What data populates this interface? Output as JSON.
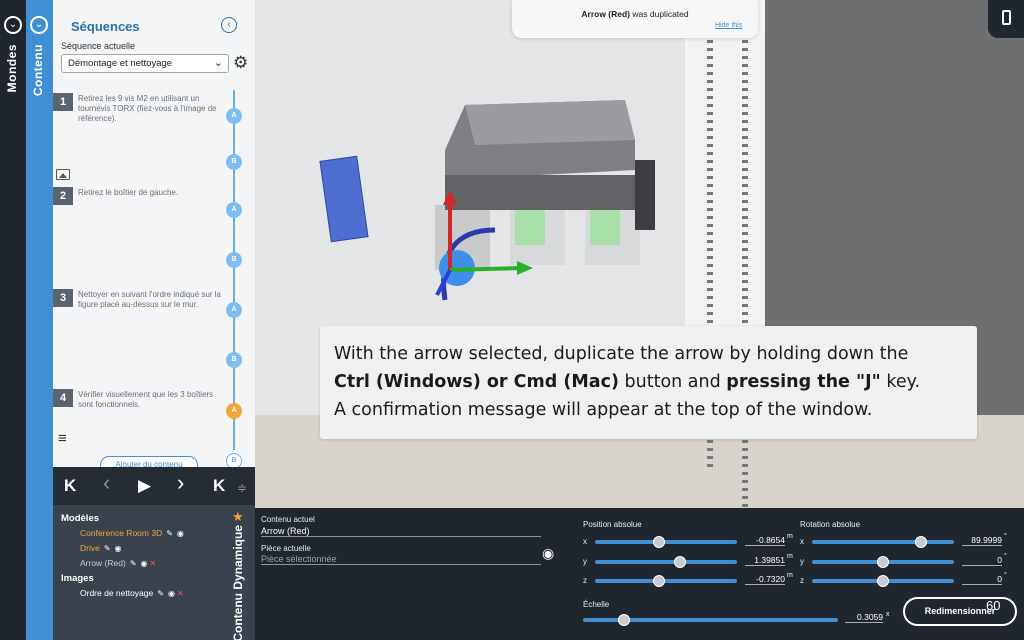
{
  "rails": {
    "mondes_label": "Mondes",
    "contenu_label": "Contenu"
  },
  "sequences": {
    "title": "Séquences",
    "current_label": "Séquence actuelle",
    "current_value": "Démontage et nettoyage",
    "steps": [
      {
        "num": "1",
        "text": "Retirez les 9 vis M2 en utilisant un tournevis TORX (fiez-vous à l'image de référence).",
        "dots": [
          "A",
          "B"
        ]
      },
      {
        "num": "2",
        "text": "Retirez le boîtier de gauche.",
        "dots": [
          "A",
          "B"
        ]
      },
      {
        "num": "3",
        "text": "Nettoyer en suivant l'ordre indiqué sur la figure placé au-dessus sur le mur.",
        "dots": [
          "A",
          "B"
        ]
      },
      {
        "num": "4",
        "text": "Vérifier visuellement que les 3 boîtiers sont fonctionnels.",
        "dots": [
          "A",
          "B"
        ]
      }
    ],
    "add_content_label": "Ajouter du contenu"
  },
  "player": {
    "first": "K",
    "prev": "‹",
    "play": "▶",
    "next": "›",
    "last": "K"
  },
  "dynamic": {
    "vertical_label": "Contenu Dynamique",
    "models_title": "Modèles",
    "models": [
      {
        "name": "Conference Room 3D",
        "color": "#f0a63a"
      },
      {
        "name": "Drive",
        "color": "#f0a63a"
      },
      {
        "name": "Arrow (Red)",
        "color": "#c6ccd2"
      }
    ],
    "images_title": "Images",
    "images": [
      {
        "name": "Ordre de nettoyage",
        "color": "#ffffff"
      }
    ]
  },
  "props": {
    "content_label": "Contenu actuel",
    "content_value": "Arrow (Red)",
    "piece_label": "Pièce actuelle",
    "piece_placeholder": "Pièce sélectionnée",
    "position_title": "Position absolue",
    "rotation_title": "Rotation absolue",
    "scale_title": "Échelle",
    "position": [
      {
        "axis": "x",
        "value": "-0.8654",
        "unit": "m",
        "fraction": 0.45
      },
      {
        "axis": "y",
        "value": "1.39851",
        "unit": "m",
        "fraction": 0.6
      },
      {
        "axis": "z",
        "value": "-0.7320",
        "unit": "m",
        "fraction": 0.45
      }
    ],
    "rotation": [
      {
        "axis": "x",
        "value": "89.9999",
        "unit": "°",
        "fraction": 0.77
      },
      {
        "axis": "y",
        "value": "0",
        "unit": "°",
        "fraction": 0.5
      },
      {
        "axis": "z",
        "value": "0",
        "unit": "°",
        "fraction": 0.5
      }
    ],
    "scale_value": "0.3059",
    "scale_unit": "x",
    "scale_fraction": 0.16,
    "resize_label": "Redimensionner",
    "fps": "60"
  },
  "notification": {
    "subject": "Arrow (Red)",
    "message": "was duplicated",
    "hide_label": "Hide this"
  },
  "instruction": {
    "line1": "With the arrow selected, duplicate the arrow by holding down the",
    "line2_bold1": "Ctrl (Windows) or Cmd (Mac)",
    "line2_mid": " button and ",
    "line2_bold2": "pressing the \"J\"",
    "line2_end": " key.",
    "line3": "A confirmation message will appear at the top of the window."
  },
  "colors": {
    "accent": "#3f8fd2",
    "orange": "#f0a63a",
    "dark": "#20262d"
  }
}
